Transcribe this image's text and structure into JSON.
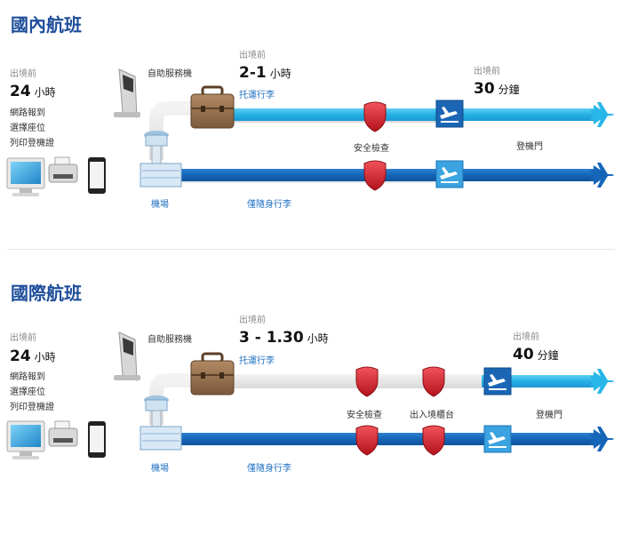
{
  "domestic": {
    "title": "國內航班",
    "online": {
      "pre": "出境前",
      "value": "24",
      "unit": "小時",
      "steps": [
        "網路報到",
        "選擇座位",
        "列印登機證"
      ]
    },
    "kiosk_label": "自助服務機",
    "checkin": {
      "pre": "出境前",
      "value": "2-1",
      "unit": "小時",
      "label": "托運行李"
    },
    "gate": {
      "pre": "出境前",
      "value": "30",
      "unit": "分鐘",
      "label": "登機門"
    },
    "security_label": "安全檢查",
    "airport_label": "機場",
    "carry_on_label": "僅隨身行李"
  },
  "international": {
    "title": "國際航班",
    "online": {
      "pre": "出境前",
      "value": "24",
      "unit": "小時",
      "steps": [
        "網路報到",
        "選擇座位",
        "列印登機證"
      ]
    },
    "kiosk_label": "自助服務機",
    "checkin": {
      "pre": "出境前",
      "value": "3 - 1.30",
      "unit": "小時",
      "label": "托運行李"
    },
    "gate": {
      "pre": "出境前",
      "value": "40",
      "unit": "分鐘",
      "label": "登機門"
    },
    "security_label": "安全檢查",
    "immigration_label": "出入境櫃台",
    "airport_label": "機場",
    "carry_on_label": "僅隨身行李"
  },
  "colors": {
    "title": "#1f4e9a",
    "track_light": "#29b6e8",
    "track_dark": "#1565b8",
    "shield": "#d4202a",
    "gate_box": "#1a66b5"
  },
  "icons": [
    "computer-icon",
    "printer-icon",
    "phone-icon",
    "kiosk-icon",
    "airport-tower-icon",
    "suitcase-icon",
    "shield-icon",
    "departure-icon",
    "airplane-icon"
  ]
}
